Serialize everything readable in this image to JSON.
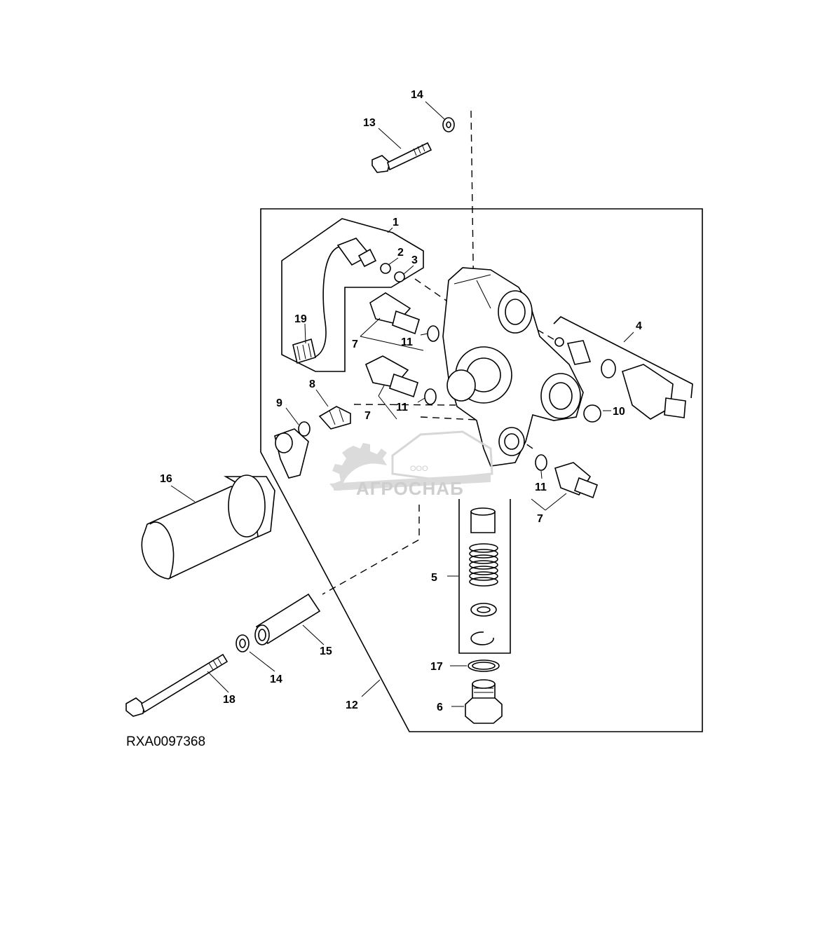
{
  "figure_id": "RXA0097368",
  "watermark": {
    "company_prefix": "ООО",
    "company_name": "АГРОСНАБ"
  },
  "callouts": {
    "c1": "1",
    "c2": "2",
    "c3": "3",
    "c4": "4",
    "c5": "5",
    "c6": "6",
    "c7a": "7",
    "c7b": "7",
    "c7c": "7",
    "c8": "8",
    "c9": "9",
    "c10": "10",
    "c11a": "11",
    "c11b": "11",
    "c11c": "11",
    "c12": "12",
    "c13": "13",
    "c14a": "14",
    "c14b": "14",
    "c15": "15",
    "c16": "16",
    "c17": "17",
    "c18": "18",
    "c19": "19"
  }
}
